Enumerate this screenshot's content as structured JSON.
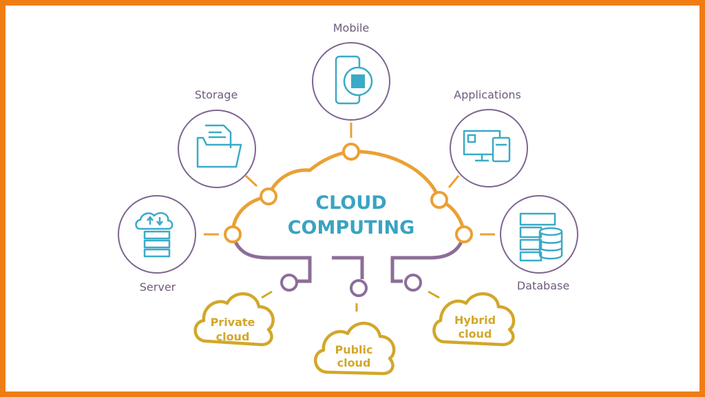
{
  "title": {
    "line1": "CLOUD",
    "line2": "COMPUTING"
  },
  "nodes": {
    "mobile": "Mobile",
    "storage": "Storage",
    "applications": "Applications",
    "server": "Server",
    "database": "Database"
  },
  "clouds": {
    "private": {
      "line1": "Private",
      "line2": "cloud"
    },
    "public": {
      "line1": "Public",
      "line2": "cloud"
    },
    "hybrid": {
      "line1": "Hybrid",
      "line2": "cloud"
    }
  },
  "colors": {
    "border": "#f07d14",
    "orange": "#eba035",
    "purple": "#8c6e98",
    "teal": "#3aa3c2",
    "gold": "#d2a72a"
  }
}
